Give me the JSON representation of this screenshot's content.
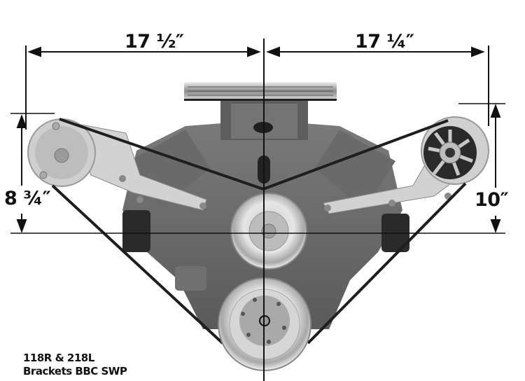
{
  "image": {
    "subject": "big block Chevy engine front view with A/C compressor and alternator brackets",
    "colors": {
      "background": "#ffffff",
      "lines": "#111111",
      "engine": "#6e6e6e",
      "chrome": "#d8d8d8"
    }
  },
  "dimensions": {
    "left_width": "17 ½″",
    "right_width": "17 ¼″",
    "left_height": "8 ¾″",
    "right_height": "10″"
  },
  "caption": {
    "line1": "118R & 218L",
    "line2": "Brackets BBC SWP"
  }
}
